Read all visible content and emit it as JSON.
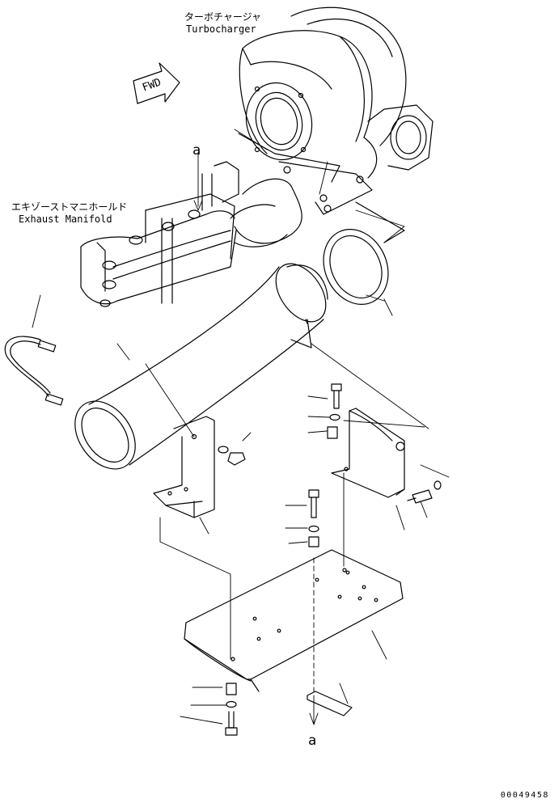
{
  "labels": {
    "turbo_jp": "ターボチャージャ",
    "turbo_en": "Turbocharger",
    "manifold_jp": "エキゾーストマニホールド",
    "manifold_en": "Exhaust Manifold",
    "fwd": "FWD",
    "ref_top": "a",
    "ref_bottom": "a"
  },
  "document_number": "00049458",
  "colors": {
    "line": "#000000",
    "background": "#ffffff"
  }
}
